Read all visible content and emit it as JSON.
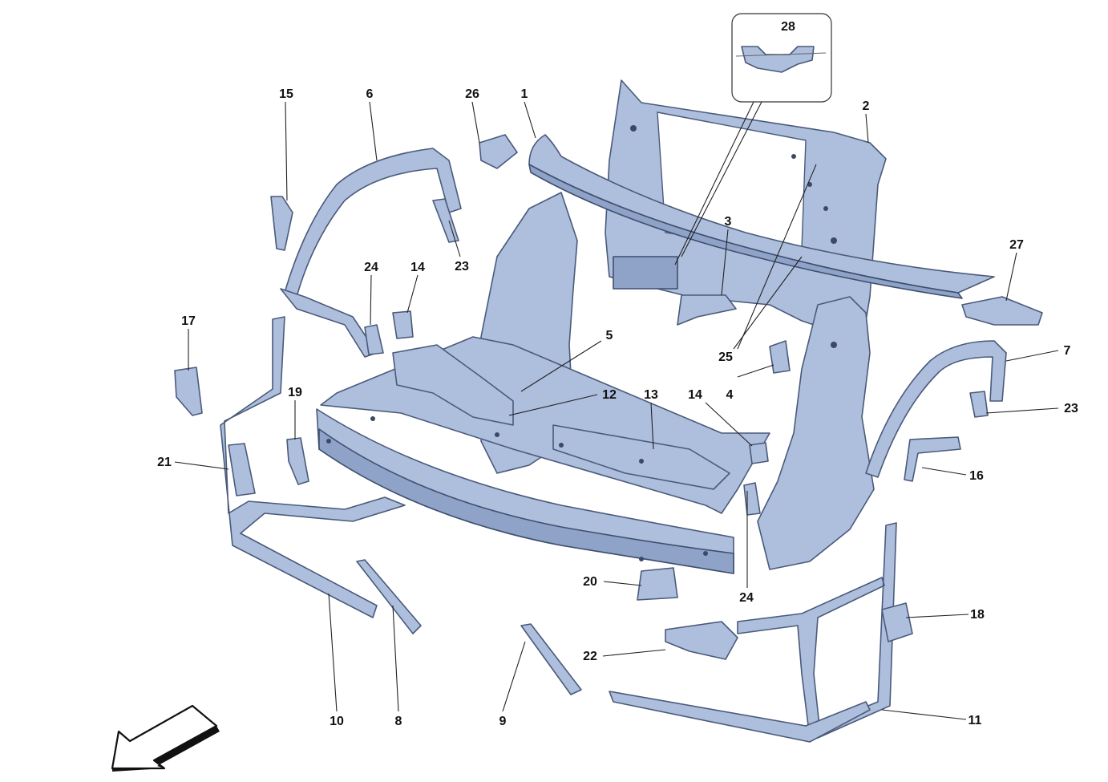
{
  "callouts": [
    {
      "id": "c1",
      "label": "1"
    },
    {
      "id": "c2",
      "label": "2"
    },
    {
      "id": "c3",
      "label": "3"
    },
    {
      "id": "c4",
      "label": "4"
    },
    {
      "id": "c5",
      "label": "5"
    },
    {
      "id": "c6",
      "label": "6"
    },
    {
      "id": "c7",
      "label": "7"
    },
    {
      "id": "c8",
      "label": "8"
    },
    {
      "id": "c9",
      "label": "9"
    },
    {
      "id": "c10",
      "label": "10"
    },
    {
      "id": "c11",
      "label": "11"
    },
    {
      "id": "c12",
      "label": "12"
    },
    {
      "id": "c13",
      "label": "13"
    },
    {
      "id": "c14a",
      "label": "14"
    },
    {
      "id": "c14b",
      "label": "14"
    },
    {
      "id": "c15",
      "label": "15"
    },
    {
      "id": "c16",
      "label": "16"
    },
    {
      "id": "c17",
      "label": "17"
    },
    {
      "id": "c18",
      "label": "18"
    },
    {
      "id": "c19",
      "label": "19"
    },
    {
      "id": "c20",
      "label": "20"
    },
    {
      "id": "c21",
      "label": "21"
    },
    {
      "id": "c22",
      "label": "22"
    },
    {
      "id": "c23a",
      "label": "23"
    },
    {
      "id": "c23b",
      "label": "23"
    },
    {
      "id": "c24a",
      "label": "24"
    },
    {
      "id": "c24b",
      "label": "24"
    },
    {
      "id": "c25",
      "label": "25"
    },
    {
      "id": "c26",
      "label": "26"
    },
    {
      "id": "c27",
      "label": "27"
    },
    {
      "id": "c28",
      "label": "28"
    }
  ],
  "colors": {
    "part_fill": "#aebedd",
    "part_stroke": "#4a5a7a",
    "background": "#ffffff"
  },
  "icons": {
    "direction_arrow": "arrow-down-left-icon"
  }
}
